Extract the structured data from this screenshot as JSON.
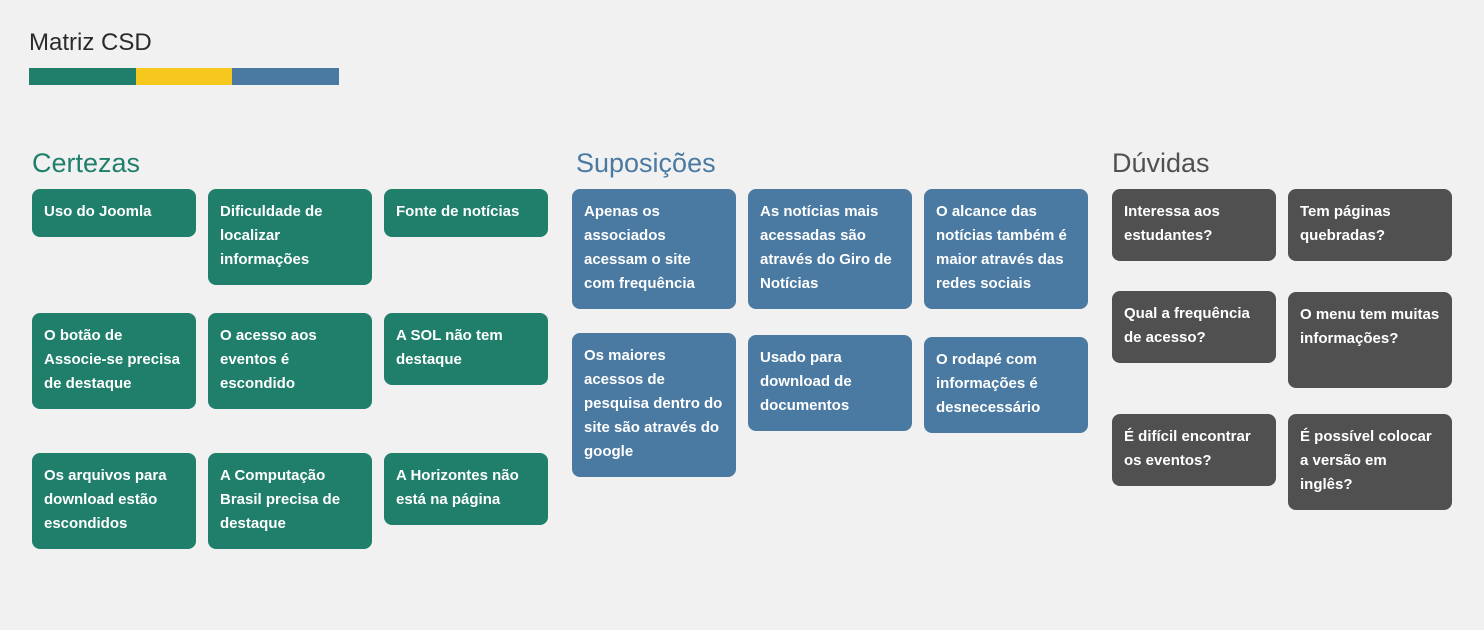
{
  "page": {
    "title": "Matriz CSD"
  },
  "colors": {
    "green": "#1f7f6b",
    "yellow": "#f6c81e",
    "blue": "#4a7aa2",
    "gray": "#505050",
    "title_green": "#1f7f6b",
    "title_blue": "#4a7aa2",
    "title_gray": "#505050"
  },
  "sections": {
    "certezas": {
      "title": "Certezas",
      "cards": [
        "Uso do Joomla",
        "Dificuldade de localizar informações",
        "Fonte de notícias",
        "O botão de Associe-se precisa de destaque",
        "O acesso aos eventos é escondido",
        "A SOL não tem destaque",
        "Os arquivos para download estão escondidos",
        "A Computação Brasil precisa de destaque",
        "A Horizontes não está na página"
      ]
    },
    "suposicoes": {
      "title": "Suposições",
      "cards": [
        "Apenas os associados acessam o site com frequência",
        "As notícias mais acessadas são através do Giro de Notícias",
        "O alcance das notícias também é maior através das redes sociais",
        "Os maiores acessos de pesquisa dentro do site são através do google",
        "Usado para download de documentos",
        "O rodapé com informações é desnecessário"
      ]
    },
    "duvidas": {
      "title": "Dúvidas",
      "cards": [
        "Interessa aos estudantes?",
        "Tem páginas quebradas?",
        "Qual a frequência de acesso?",
        "O menu tem muitas informações?",
        "É difícil encontrar os eventos?",
        "É possível colocar a versão em inglês?"
      ]
    }
  }
}
